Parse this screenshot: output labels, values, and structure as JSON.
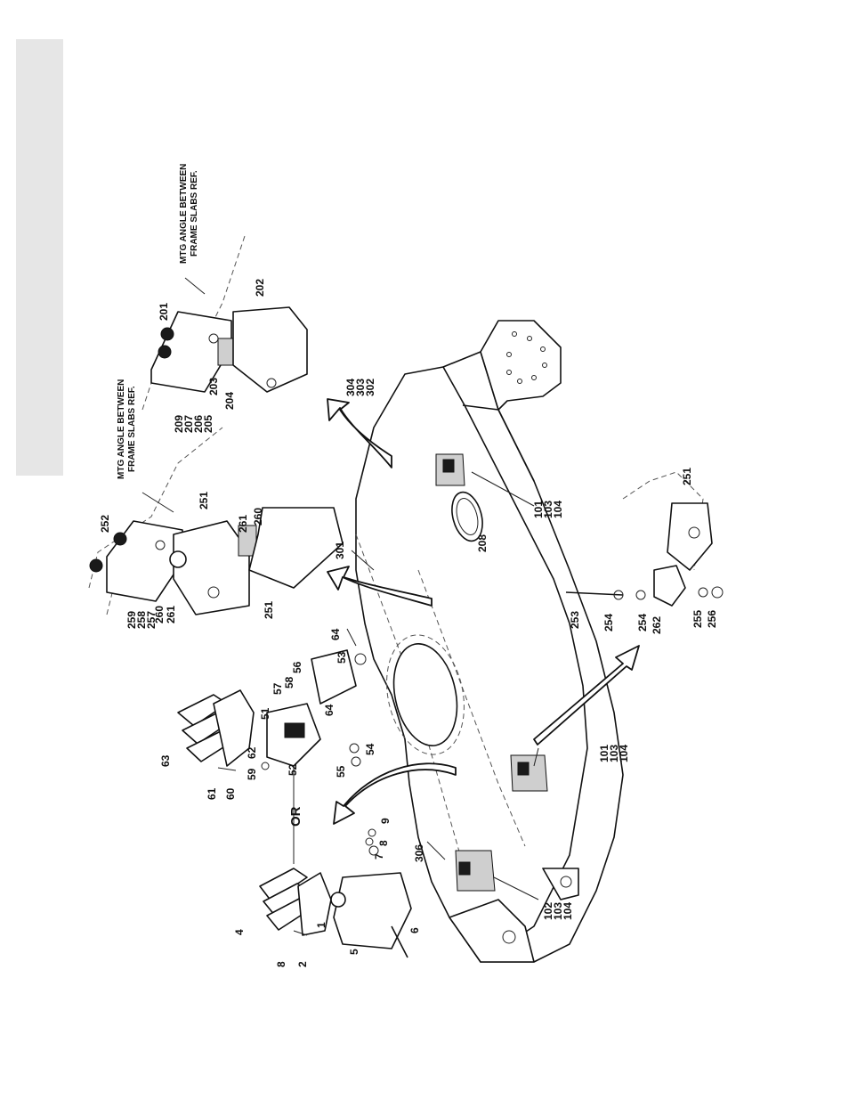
{
  "notes": {
    "ref_left_line1": "MTG ANGLE BETWEEN",
    "ref_left_line2": "FRAME SLABS REF.",
    "ref_right_line1": "MTG ANGLE BETWEEN",
    "ref_right_line2": "FRAME SLABS REF.",
    "or_label": "OR"
  },
  "callouts": {
    "c1": "1",
    "c2": "2",
    "c4": "4",
    "c5": "5",
    "c6": "6",
    "c7": "7",
    "c8a": "8",
    "c8b": "8",
    "c9": "9",
    "c51": "51",
    "c52": "52",
    "c53": "53",
    "c54": "54",
    "c55": "55",
    "c56": "56",
    "c57": "57",
    "c58": "58",
    "c59": "59",
    "c60": "60",
    "c61": "61",
    "c62": "62",
    "c63": "63",
    "c64a": "64",
    "c64b": "64",
    "g101a": [
      "101",
      "103",
      "104"
    ],
    "g101b": [
      "101",
      "103",
      "104"
    ],
    "g102": [
      "102",
      "103",
      "104"
    ],
    "c201": "201",
    "c202": "202",
    "c203": "203",
    "c204": "204",
    "g209": [
      "209",
      "207",
      "206",
      "205"
    ],
    "c208": "208",
    "c251a": "251",
    "c251b": "251",
    "c251c": "251",
    "c252": "252",
    "c253": "253",
    "c254a": "254",
    "c254b": "254",
    "c255": "255",
    "c256": "256",
    "g259": [
      "259",
      "258",
      "257"
    ],
    "c260a": "260",
    "c260b": "260",
    "c261a": "261",
    "c261b": "261",
    "c262": "262",
    "c301": "301",
    "g304": [
      "304",
      "303",
      "302"
    ],
    "c306": "306"
  },
  "colors": {
    "ink": "#111111",
    "tab": "#e6e6e6",
    "paper": "#ffffff"
  }
}
